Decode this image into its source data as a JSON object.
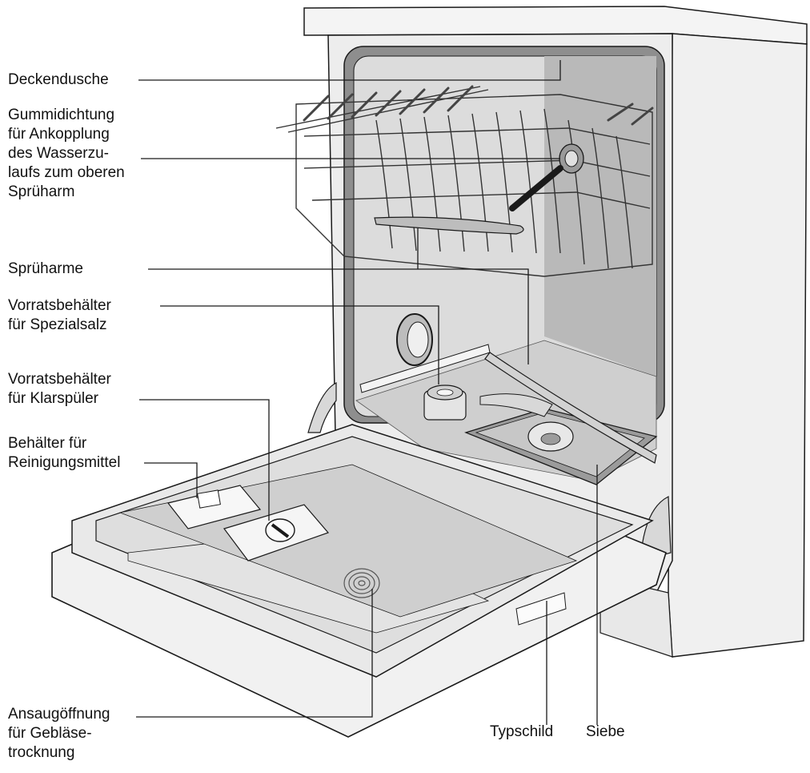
{
  "labels": {
    "deckendusche": [
      "Deckendusche"
    ],
    "gummidichtung": [
      "Gummidichtung",
      "für Ankopplung",
      "des Wasserzu-",
      "laufs zum oberen",
      "Sprüharm"
    ],
    "spruharme": [
      "Sprüharme"
    ],
    "salz": [
      "Vorratsbehälter",
      "für Spezialsalz"
    ],
    "klarspueler": [
      "Vorratsbehälter",
      "für Klarspüler"
    ],
    "reinigungsmittel": [
      "Behälter für",
      "Reinigungsmittel"
    ],
    "ansaugoeffnung": [
      "Ansaugöffnung",
      "für Gebläse-",
      "trocknung"
    ],
    "typschild": [
      "Typschild"
    ],
    "siebe": [
      "Siebe"
    ]
  },
  "colors": {
    "outline": "#1a1a1a",
    "cabinet": "#f2f2f2",
    "interior": "#d9d9d9",
    "interior_dark": "#b8b8b8",
    "door": "#e6e6e6",
    "seal": "#8a8a8a"
  }
}
